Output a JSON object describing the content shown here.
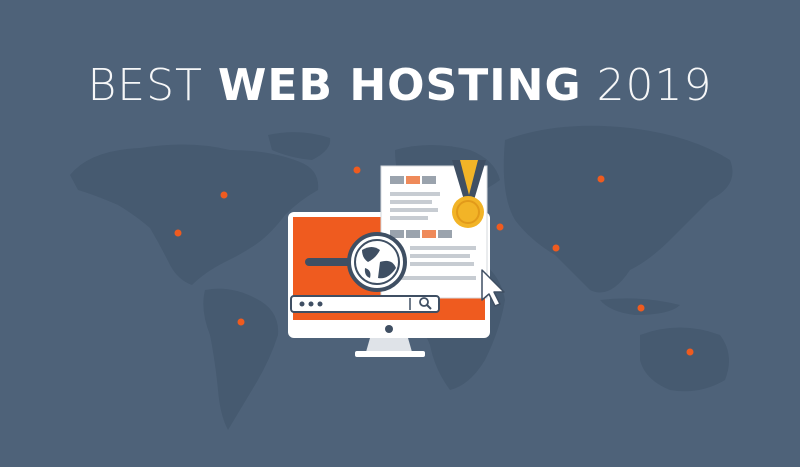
{
  "headline": {
    "prefix": "BEST",
    "highlight": "WEB HOSTING",
    "year": "2019"
  },
  "colors": {
    "background": "#4e6279",
    "map": "#45586e",
    "accent_orange": "#ef5b1f",
    "gold": "#f2b427",
    "white": "#ffffff",
    "dark": "#3f4f63"
  },
  "icons": [
    "world-map",
    "location-dot-icon",
    "monitor-icon",
    "magnifier-icon",
    "globe-icon",
    "document-icon",
    "medal-icon",
    "cursor-icon",
    "search-icon",
    "dot-icon"
  ]
}
